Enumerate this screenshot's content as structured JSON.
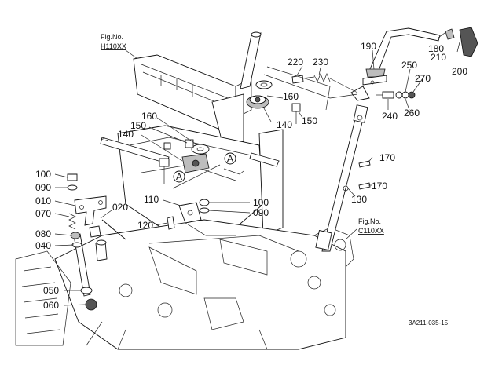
{
  "figure_refs": [
    {
      "fig": "Fig.No.",
      "code": "H110XX"
    },
    {
      "fig": "Fig.No.",
      "code": "C110XX"
    }
  ],
  "part_labels": [
    "220",
    "230",
    "190",
    "180",
    "210",
    "200",
    "250",
    "270",
    "160",
    "150",
    "140",
    "240",
    "260",
    "160",
    "150",
    "140",
    "170",
    "170",
    "130",
    "100",
    "090",
    "010",
    "070",
    "020",
    "110",
    "100",
    "090",
    "120",
    "080",
    "040",
    "050",
    "060"
  ],
  "callout_marks": [
    "A",
    "A"
  ],
  "drawing_code": "3A211-035-15"
}
